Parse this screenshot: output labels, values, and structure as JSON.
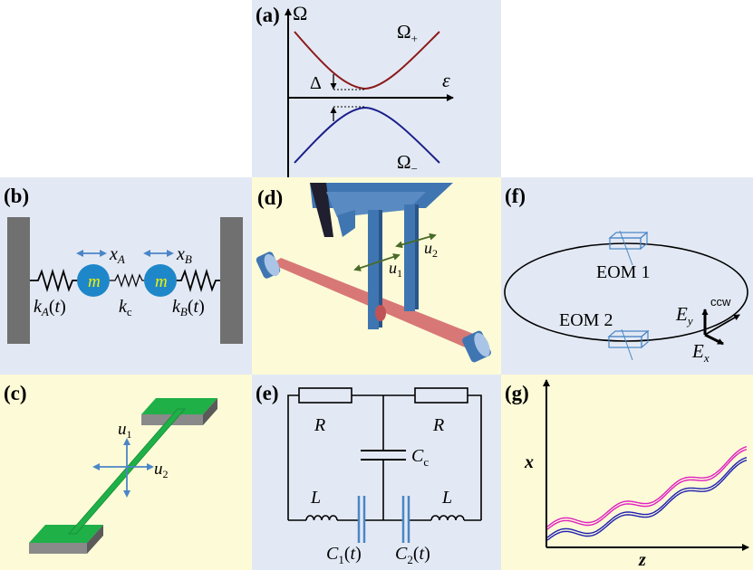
{
  "colors": {
    "blue_panel": "#e3e9f4",
    "yellow_panel": "#fdfbd7",
    "upper_band": "#8b1a1a",
    "lower_band": "#1a1f8c",
    "mass": "#1e87c9",
    "mass_label": "#f2f200",
    "beam_green": "#1fb048",
    "cantilever_blue": "#3f76b2",
    "laser_red": "#d4696c",
    "pink_curve": "#e020c0",
    "blue_curve": "#2020b0",
    "arrow_blue": "#4a86c6",
    "arrow_green": "#4a6a2a"
  },
  "panels": {
    "a": {
      "tag": "(a)",
      "y_axis": "Ω",
      "x_axis": "ε",
      "upper_branch": "Ω₊",
      "lower_branch": "Ω₋",
      "gap": "Δ"
    },
    "b": {
      "tag": "(b)",
      "mass_a": "m",
      "mass_b": "m",
      "disp_a": "x_A",
      "disp_b": "x_B",
      "spring_a": "k_A(t)",
      "spring_c": "k_c",
      "spring_b": "k_B(t)"
    },
    "c": {
      "tag": "(c)",
      "mode_1": "u_1",
      "mode_2": "u_2"
    },
    "d": {
      "tag": "(d)",
      "mode_1": "u_1",
      "mode_2": "u_2"
    },
    "e": {
      "tag": "(e)",
      "resistor_left": "R",
      "resistor_right": "R",
      "coupling_cap": "C_c",
      "inductor_left": "L",
      "inductor_right": "L",
      "cap_1": "C_1(t)",
      "cap_2": "C_2(t)"
    },
    "f": {
      "tag": "(f)",
      "eom_1": "EOM 1",
      "eom_2": "EOM 2",
      "field_y": "E_y",
      "field_x": "E_x",
      "direction": "ccw"
    },
    "g": {
      "tag": "(g)",
      "y_axis": "x",
      "x_axis": "z"
    }
  }
}
